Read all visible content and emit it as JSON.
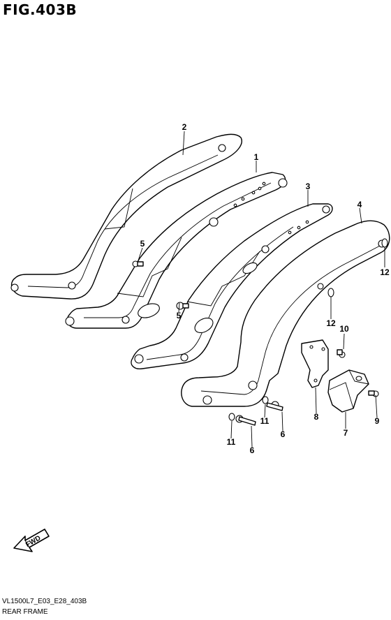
{
  "figure": {
    "title": "FIG.403B",
    "model_code": "VL1500L7_E03_E28_403B",
    "section_name": "REAR FRAME",
    "fwd_label": "FWD"
  },
  "callouts": [
    "1",
    "2",
    "3",
    "4",
    "5",
    "5",
    "6",
    "6",
    "7",
    "8",
    "9",
    "10",
    "11",
    "11",
    "12",
    "12"
  ]
}
